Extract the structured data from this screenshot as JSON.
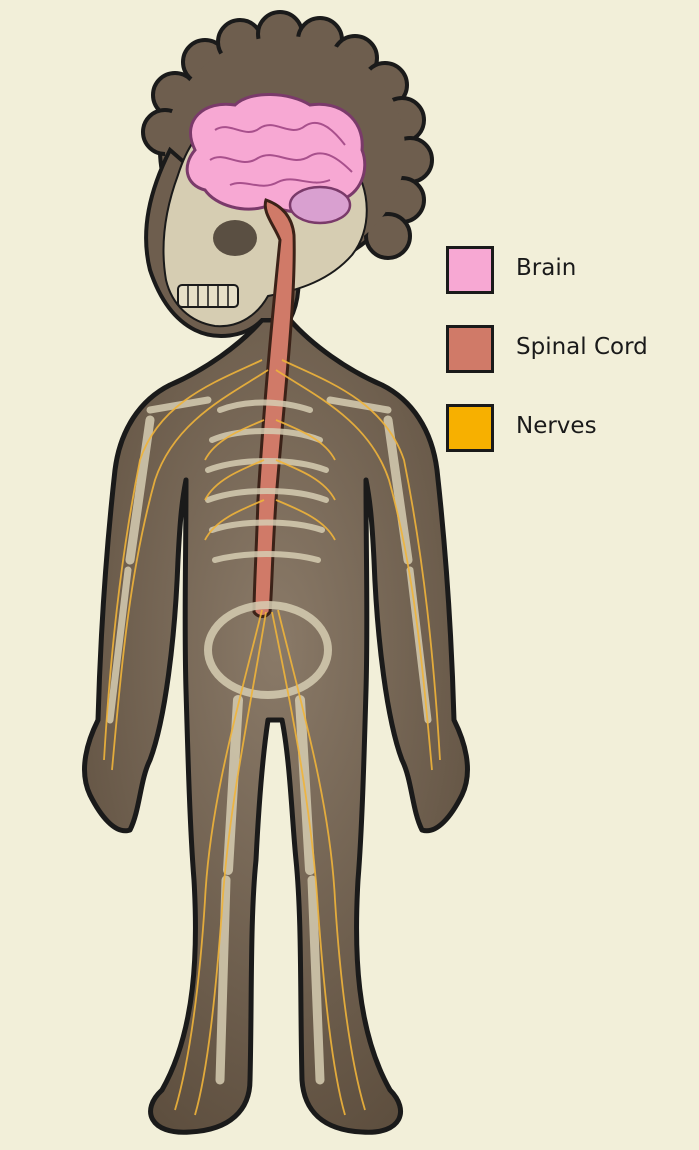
{
  "legend": {
    "items": [
      {
        "label": "Brain",
        "color": "#f7a8d3",
        "icon": "brain-swatch"
      },
      {
        "label": "Spinal Cord",
        "color": "#d07a68",
        "icon": "spinal-cord-swatch"
      },
      {
        "label": "Nerves",
        "color": "#f7b000",
        "icon": "nerves-swatch"
      }
    ]
  },
  "colors": {
    "background": "#f2efd9",
    "body_silhouette": "#675848",
    "bone": "#d6cdb2",
    "outline": "#1a1a1a"
  }
}
